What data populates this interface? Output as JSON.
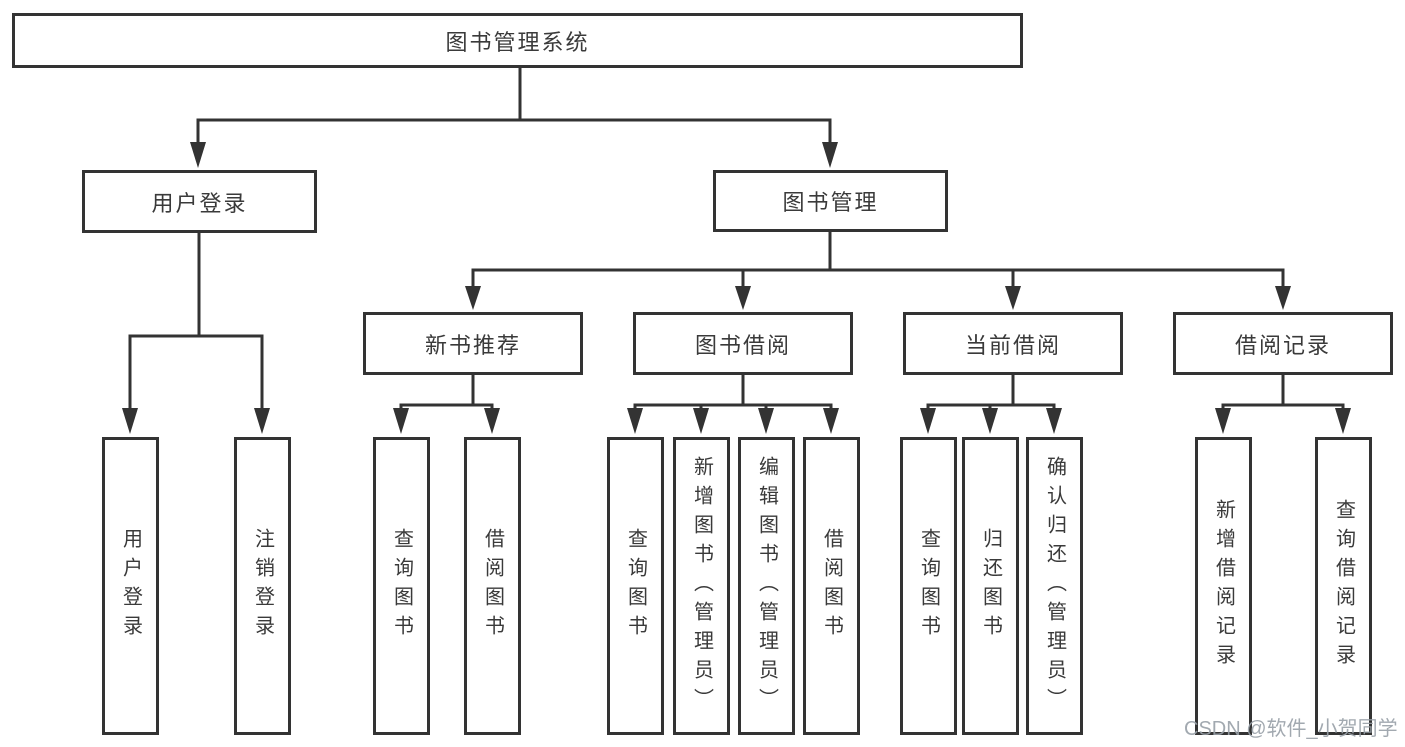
{
  "tree": {
    "label": "图书管理系统",
    "children": [
      {
        "label": "用户登录",
        "children": [
          {
            "label": "用户登录"
          },
          {
            "label": "注销登录"
          }
        ]
      },
      {
        "label": "图书管理",
        "children": [
          {
            "label": "新书推荐",
            "children": [
              {
                "label": "查询图书"
              },
              {
                "label": "借阅图书"
              }
            ]
          },
          {
            "label": "图书借阅",
            "children": [
              {
                "label": "查询图书"
              },
              {
                "label": "新增图书（管理员）"
              },
              {
                "label": "编辑图书（管理员）"
              },
              {
                "label": "借阅图书"
              }
            ]
          },
          {
            "label": "当前借阅",
            "children": [
              {
                "label": "查询图书"
              },
              {
                "label": "归还图书"
              },
              {
                "label": "确认归还（管理员）"
              }
            ]
          },
          {
            "label": "借阅记录",
            "children": [
              {
                "label": "新增借阅记录"
              },
              {
                "label": "查询借阅记录"
              }
            ]
          }
        ]
      }
    ]
  },
  "watermark": "CSDN @软件_小贺同学",
  "colors": {
    "line": "#333333",
    "text": "#3a3a3a",
    "box_background": "#ffffff",
    "watermark": "#98a0a8",
    "background": "#ffffff"
  }
}
